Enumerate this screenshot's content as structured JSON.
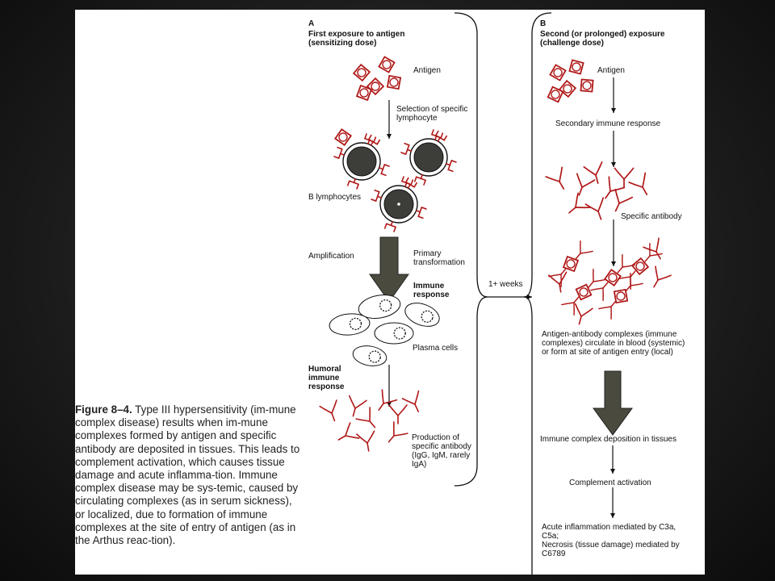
{
  "panel_a": {
    "letter": "A",
    "title": "First exposure to antigen\n(sensitizing dose)",
    "antigen": "Antigen",
    "selection": "Selection of specific\nlymphocyte",
    "b_lymphocytes": "B lymphocytes",
    "amplification": "Amplification",
    "primary": "Primary\ntransformation",
    "immune_response": "Immune\nresponse",
    "plasma_cells": "Plasma cells",
    "humoral": "Humoral\nimmune\nresponse",
    "production": "Production of\nspecific antibody\n(IgG, IgM, rarely\nIgA)"
  },
  "interval": "1+ weeks",
  "panel_b": {
    "letter": "B",
    "title": "Second (or prolonged) exposure\n(challenge dose)",
    "antigen": "Antigen",
    "secondary": "Secondary immune response",
    "specific_antibody": "Specific antibody",
    "complexes": "Antigen-antibody complexes (immune\ncomplexes) circulate in blood (systemic)\nor form at site of antigen entry (local)",
    "deposition": "Immune complex deposition in tissues",
    "complement": "Complement activation",
    "inflammation": "Acute inflammation mediated by C3a,\nC5a;\nNecrosis (tissue damage) mediated by\nC6789"
  },
  "caption": {
    "figure": "Figure 8–4.",
    "text": " Type III hypersensitivity (im-mune complex disease) results when im-mune complexes formed by antigen and specific antibody are deposited in tissues. This leads to complement activation, which causes tissue damage and acute inflamma-tion. Immune complex disease may be sys-temic, caused by circulating complexes (as in serum sickness), or localized, due to formation of immune complexes at the site of entry of antigen (as in the Arthus reac-tion)."
  },
  "colors": {
    "antigen": "#b01818",
    "antibody": "#b01818",
    "cell": "#3d3d3a",
    "big_arrow": "#4b4a3e",
    "ink": "#111111"
  }
}
